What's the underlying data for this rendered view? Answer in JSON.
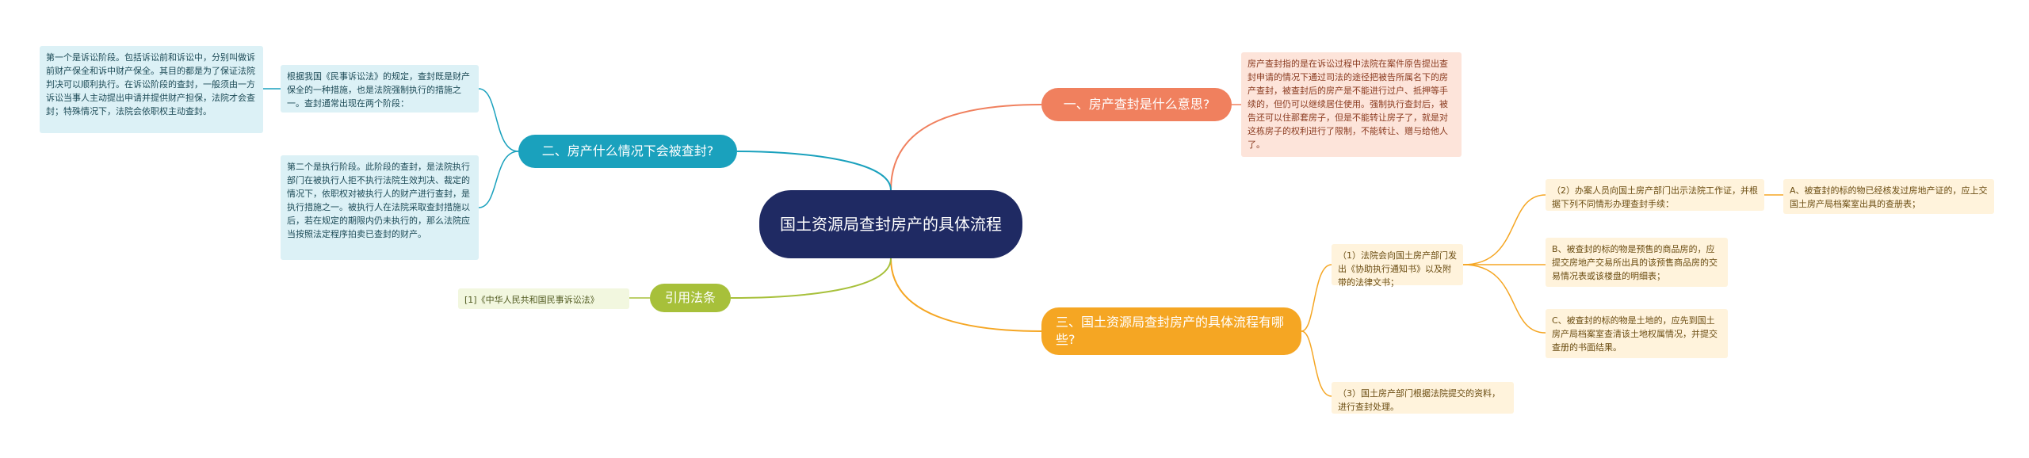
{
  "center": {
    "title": "国土资源局查封房产的具体流程"
  },
  "branches": {
    "b1": {
      "label": "一、房产查封是什么意思?",
      "color": "#f0805e"
    },
    "b2": {
      "label": "二、房产什么情况下会被查封?",
      "color": "#1aa1bd"
    },
    "b3": {
      "label": "三、国土资源局查封房产的具体流程有哪些?",
      "color": "#f5a623"
    },
    "b4": {
      "label": "引用法条",
      "color": "#a7c03a"
    }
  },
  "b1_text": "房产查封指的是在诉讼过程中法院在案件原告提出查封申请的情况下通过司法的途径把被告所属名下的房产查封，被查封后的房产是不能进行过户、抵押等手续的，但仍可以继续居住使用。强制执行查封后，被告还可以住那套房子，但是不能转让房子了，就是对这栋房子的权利进行了限制，不能转让、赠与给他人了。",
  "b2_intro": "根据我国《民事诉讼法》的规定，查封既是财产保全的一种措施，也是法院强制执行的措施之一。查封通常出现在两个阶段：",
  "b2_stage1": "第一个是诉讼阶段。包括诉讼前和诉讼中，分别叫做诉前财产保全和诉中财产保全。其目的都是为了保证法院判决可以顺利执行。在诉讼阶段的查封，一般须由一方诉讼当事人主动提出申请并提供财产担保，法院才会查封；特殊情况下，法院会依职权主动查封。",
  "b2_stage2": "第二个是执行阶段。此阶段的查封，是法院执行部门在被执行人拒不执行法院生效判决、裁定的情况下，依职权对被执行人的财产进行查封，是执行措施之一。被执行人在法院采取查封措施以后，若在规定的期限内仍未执行的，那么法院应当按照法定程序拍卖已查封的财产。",
  "b3_step1": "（1）法院会向国土房产部门发出《协助执行通知书》以及附带的法律文书；",
  "b3_step2": "（2）办案人员向国土房产部门出示法院工作证，并根据下列不同情形办理查封手续：",
  "b3_step3": "（3）国土房产部门根据法院提交的资料，进行查封处理。",
  "b3_caseA": "A、被查封的标的物已经核发过房地产证的，应上交国土房产局档案室出具的查册表；",
  "b3_caseB": "B、被查封的标的物是预售的商品房的，应提交房地产交易所出具的该预售商品房的交易情况表或该楼盘的明细表；",
  "b3_caseC": "C、被查封的标的物是土地的，应先到国土房产局档案室查清该土地权属情况，并提交查册的书面结果。",
  "b4_law": "[1]《中华人民共和国民事诉讼法》"
}
